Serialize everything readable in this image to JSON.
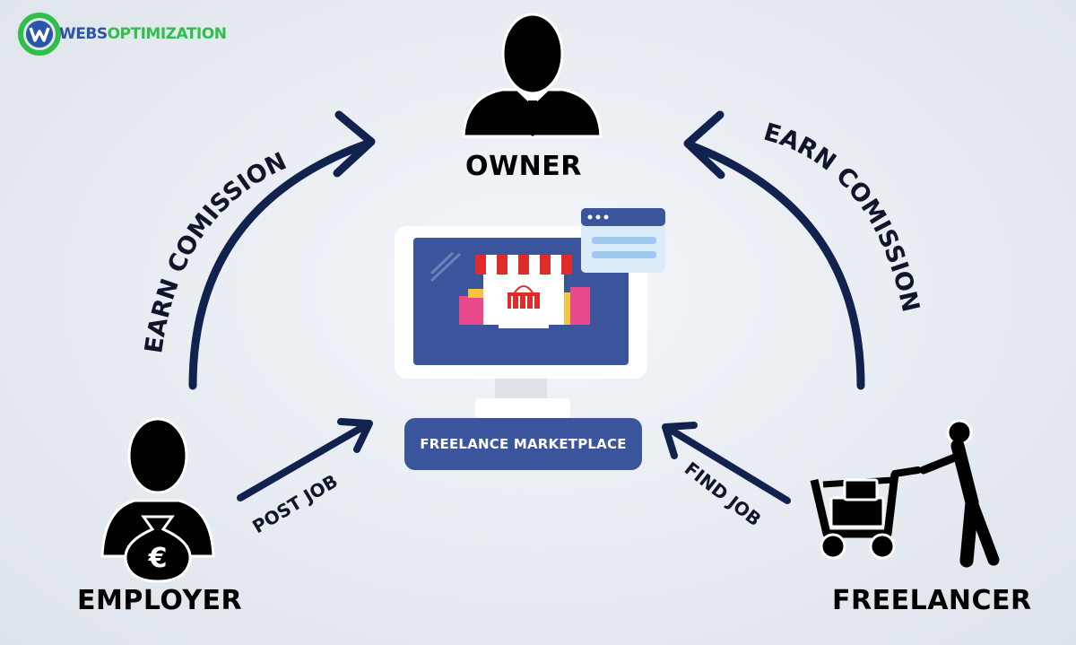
{
  "logo": {
    "text_a": "WEBS",
    "text_b": "OPTIMIZATION"
  },
  "nodes": {
    "owner": "OWNER",
    "employer": "EMPLOYER",
    "freelancer": "FREELANCER",
    "marketplace": "FREELANCE MARKETPLACE"
  },
  "arrows": {
    "left_top": "EARN COMISSION",
    "right_top": "EARN COMISSION",
    "post_job": "POST JOB",
    "find_job": "FIND JOB"
  },
  "icons": {
    "euro": "€"
  },
  "colors": {
    "arrow": "#11224f",
    "screen": "#3b559c",
    "logo_blue": "#2a55a8",
    "logo_green": "#2fbf4a",
    "awning_red": "#e02b2b"
  }
}
